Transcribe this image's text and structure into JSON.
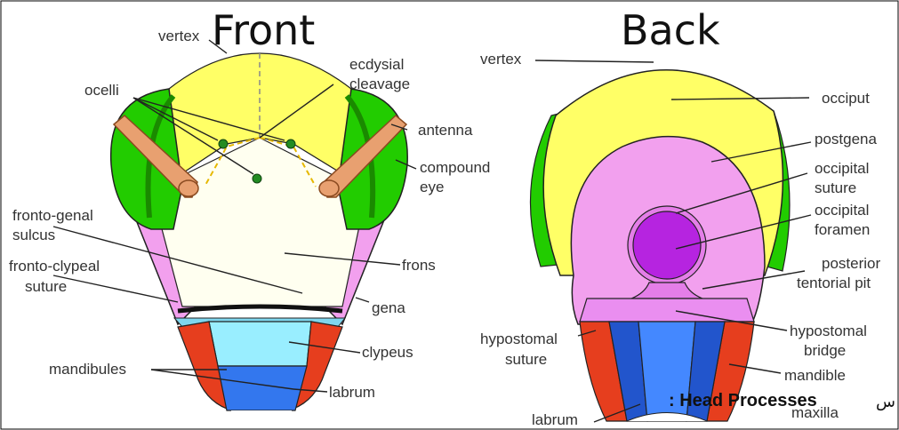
{
  "titles": {
    "front": "Front",
    "back": "Back"
  },
  "front_labels": {
    "vertex": "vertex",
    "ecdysial_1": "ecdysial",
    "ecdysial_2": "cleavage",
    "ocelli": "ocelli",
    "antenna": "antenna",
    "compound_1": "compound",
    "compound_2": "eye",
    "frontogenal_1": "fronto-genal",
    "frontogenal_2": "sulcus",
    "frontoclypeal_1": "fronto-clypeal",
    "frontoclypeal_2": "suture",
    "frons": "frons",
    "gena": "gena",
    "clypeus": "clypeus",
    "mandibules": "mandibules",
    "labrum": "labrum"
  },
  "back_labels": {
    "vertex": "vertex",
    "occiput": "occiput",
    "postgena": "postgena",
    "occipital_suture_1": "occipital",
    "occipital_suture_2": "suture",
    "occipital_foramen_1": "occipital",
    "occipital_foramen_2": "foramen",
    "posterior_1": "posterior",
    "posterior_2": "tentorial pit",
    "hypostomal_suture_1": "hypostomal",
    "hypostomal_suture_2": "suture",
    "hypostomal_bridge_1": "hypostomal",
    "hypostomal_bridge_2": "bridge",
    "mandible": "mandible",
    "labrum": "labrum",
    "maxilla_partial": "maxilla"
  },
  "caption": {
    "text": ": Head Processes",
    "mark": "س"
  },
  "colors": {
    "yellow": "#ffff66",
    "green": "#22cc00",
    "pink": "#f2a0ee",
    "cream": "#fffff0",
    "cyan": "#99eeff",
    "red": "#e63e1e",
    "blue": "#3377ee",
    "purple": "#b624e0",
    "antenna": "#e8a070"
  }
}
